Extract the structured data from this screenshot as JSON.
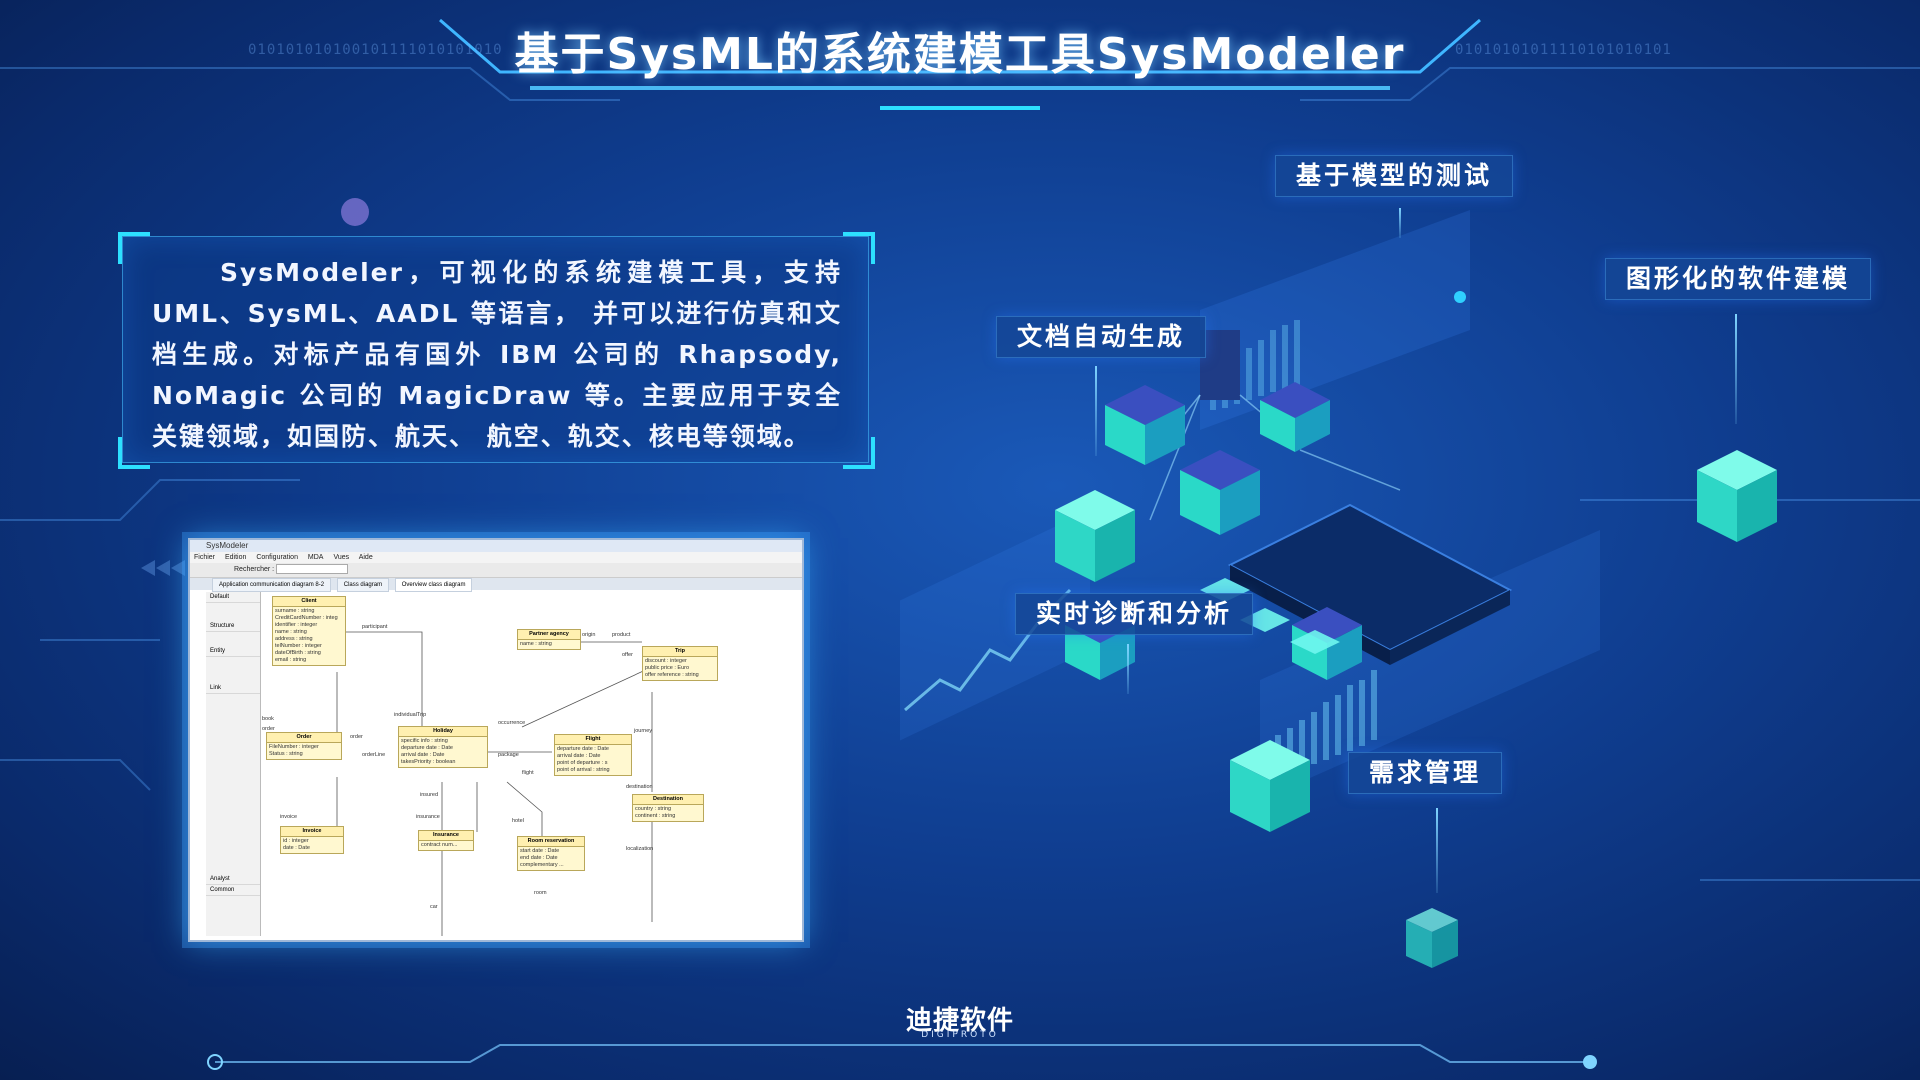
{
  "header": {
    "title": "基于SysML的系统建模工具SysModeler",
    "binary_left": "010101010100101111010101010",
    "binary_right": "01010101011110101010101"
  },
  "description": "SysModeler，可视化的系统建模工具，支持 UML、SysML、AADL 等语言， 并可以进行仿真和文档生成。对标产品有国外 IBM 公司的 Rhapsody, NoMagic 公司的 MagicDraw 等。主要应用于安全关键领域，如国防、航天、 航空、轨交、核电等领域。",
  "features": {
    "model_testing": "基于模型的测试",
    "graphical_modeling": "图形化的软件建模",
    "doc_generation": "文档自动生成",
    "diagnosis": "实时诊断和分析",
    "requirements": "需求管理"
  },
  "screenshot": {
    "window_title": "SysModeler",
    "menu": [
      "Fichier",
      "Edition",
      "Configuration",
      "MDA",
      "Vues",
      "Aide"
    ],
    "search_label": "Rechercher :",
    "tabs": [
      "Application communication diagram 8-2",
      "Class diagram",
      "Overview class diagram"
    ],
    "palette": [
      "Default",
      "Structure",
      "Entity",
      "Link",
      "Analyst",
      "Common"
    ],
    "classes": [
      {
        "name": "Client",
        "attrs": [
          "surname : string",
          "CreditCardNumber : integ",
          "identifier : integer",
          "name : string",
          "address : string",
          "telNumber : integer",
          "dateOfBirth : string",
          "email : string"
        ]
      },
      {
        "name": "Partner agency",
        "attrs": [
          "name : string"
        ]
      },
      {
        "name": "Trip",
        "attrs": [
          "discount : integer",
          "public price : Euro",
          "offer reference : string"
        ]
      },
      {
        "name": "Order",
        "attrs": [
          "FileNumber : integer",
          "Status : string"
        ]
      },
      {
        "name": "Holiday",
        "attrs": [
          "specific info : string",
          "departure date : Date",
          "arrival date : Date",
          "takesPriority : boolean"
        ]
      },
      {
        "name": "Flight",
        "attrs": [
          "departure date : Date",
          "arrival date : Date",
          "point of departure : s",
          "point of arrival : string"
        ]
      },
      {
        "name": "Destination",
        "attrs": [
          "country : string",
          "continent : string"
        ]
      },
      {
        "name": "Invoice",
        "attrs": [
          "id : integer",
          "date : Date"
        ]
      },
      {
        "name": "Insurance",
        "attrs": [
          "contract num..."
        ]
      },
      {
        "name": "Room reservation",
        "attrs": [
          "start date : Date",
          "end date : Date",
          "complementary ..."
        ]
      }
    ],
    "relations": [
      "participant",
      "individualTrip",
      "origin",
      "product",
      "offer",
      "occurrence",
      "order",
      "orderLine",
      "package",
      "flight",
      "journey",
      "destination",
      "invoice",
      "insured",
      "insurance",
      "hotel",
      "localization",
      "room",
      "car",
      "book",
      "order"
    ]
  },
  "logo": {
    "name": "迪捷软件",
    "sub": "DIGIPROTO"
  },
  "colors": {
    "accent": "#2de0ff",
    "cube_top": "#7ffbea",
    "background": "#0f3d8f"
  }
}
